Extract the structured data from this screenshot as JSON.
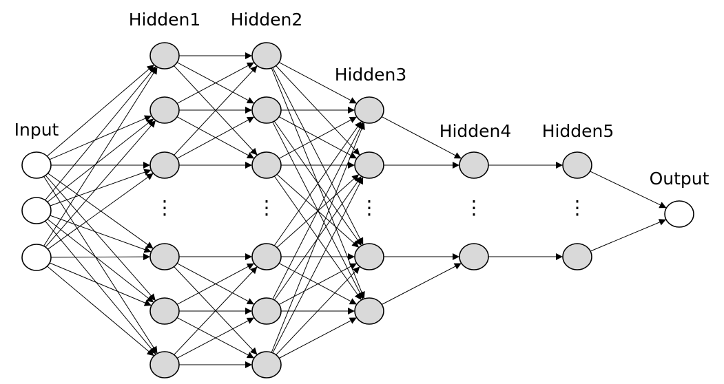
{
  "colors": {
    "input_fill": "#ffffff",
    "hidden_fill": "#d9d9d9",
    "output_fill": "#ffffff",
    "stroke": "#000000"
  },
  "labels": {
    "input": "Input",
    "hidden1": "Hidden1",
    "hidden2": "Hidden2",
    "hidden3": "Hidden3",
    "hidden4": "Hidden4",
    "hidden5": "Hidden5",
    "output": "Output"
  },
  "ellipsis": "⋮",
  "layers": [
    {
      "id": "input",
      "label_key": "input",
      "type": "input",
      "nodes": 3,
      "truncated": false
    },
    {
      "id": "hidden1",
      "label_key": "hidden1",
      "type": "hidden",
      "nodes": 6,
      "truncated": true
    },
    {
      "id": "hidden2",
      "label_key": "hidden2",
      "type": "hidden",
      "nodes": 6,
      "truncated": true
    },
    {
      "id": "hidden3",
      "label_key": "hidden3",
      "type": "hidden",
      "nodes": 4,
      "truncated": true
    },
    {
      "id": "hidden4",
      "label_key": "hidden4",
      "type": "hidden",
      "nodes": 2,
      "truncated": true
    },
    {
      "id": "hidden5",
      "label_key": "hidden5",
      "type": "hidden",
      "nodes": 2,
      "truncated": true
    },
    {
      "id": "output",
      "label_key": "output",
      "type": "output",
      "nodes": 1,
      "truncated": false
    }
  ],
  "connections": [
    {
      "from": "input",
      "to": "hidden1",
      "pattern": "full"
    },
    {
      "from": "hidden1",
      "to": "hidden2",
      "pattern": "full-within-group"
    },
    {
      "from": "hidden2",
      "to": "hidden3",
      "pattern": "full"
    },
    {
      "from": "hidden3",
      "to": "hidden4",
      "pattern": "pairwise"
    },
    {
      "from": "hidden4",
      "to": "hidden5",
      "pattern": "one-to-one"
    },
    {
      "from": "hidden5",
      "to": "output",
      "pattern": "full"
    }
  ]
}
